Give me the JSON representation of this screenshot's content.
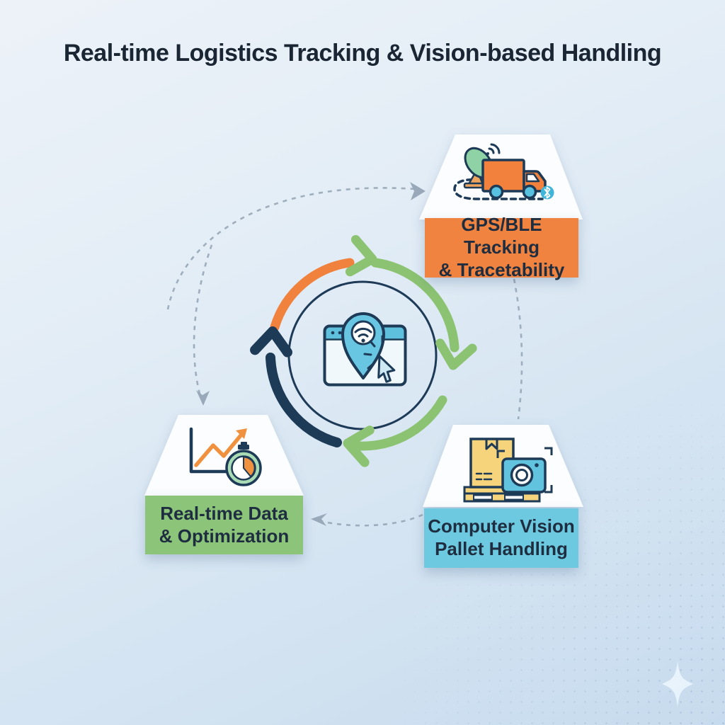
{
  "title": "Real-time Logistics Tracking & Vision-based Handling",
  "diagram": {
    "type": "cycle-with-callouts",
    "center": {
      "icon": "browser-map-pin-wifi-click-icon",
      "pin_color": "#69c6e2",
      "window_header_color": "#5fc0dd",
      "outline_color": "#1d3a57"
    },
    "cycle_arrows": [
      {
        "segment": "top-left-arc",
        "color": "#f0823e",
        "direction": "clockwise"
      },
      {
        "segment": "right-arc",
        "color": "#8cc372",
        "direction": "clockwise"
      },
      {
        "segment": "bottom-right-arc",
        "color": "#8cc372",
        "direction": "clockwise"
      },
      {
        "segment": "left-arc",
        "color": "#1d3a57",
        "direction": "clockwise"
      }
    ],
    "connectors": {
      "style": "dashed",
      "color": "#93a3b4"
    },
    "nodes": [
      {
        "id": "gps-tracking",
        "position": "top-right",
        "icon": "truck-satellite-bluetooth-icon",
        "banner_color": "#f0833f",
        "label_line1": "GPS/BLE Tracking",
        "label_line2": "& Tracetability"
      },
      {
        "id": "computer-vision",
        "position": "bottom-right",
        "icon": "pallet-box-camera-icon",
        "banner_color": "#6cc9e0",
        "label_line1": "Computer Vision",
        "label_line2": "Pallet Handling"
      },
      {
        "id": "realtime-data",
        "position": "bottom-left",
        "icon": "growth-chart-stopwatch-icon",
        "banner_color": "#8cc479",
        "label_line1": "Real-time Data",
        "label_line2": "& Optimization"
      }
    ]
  }
}
